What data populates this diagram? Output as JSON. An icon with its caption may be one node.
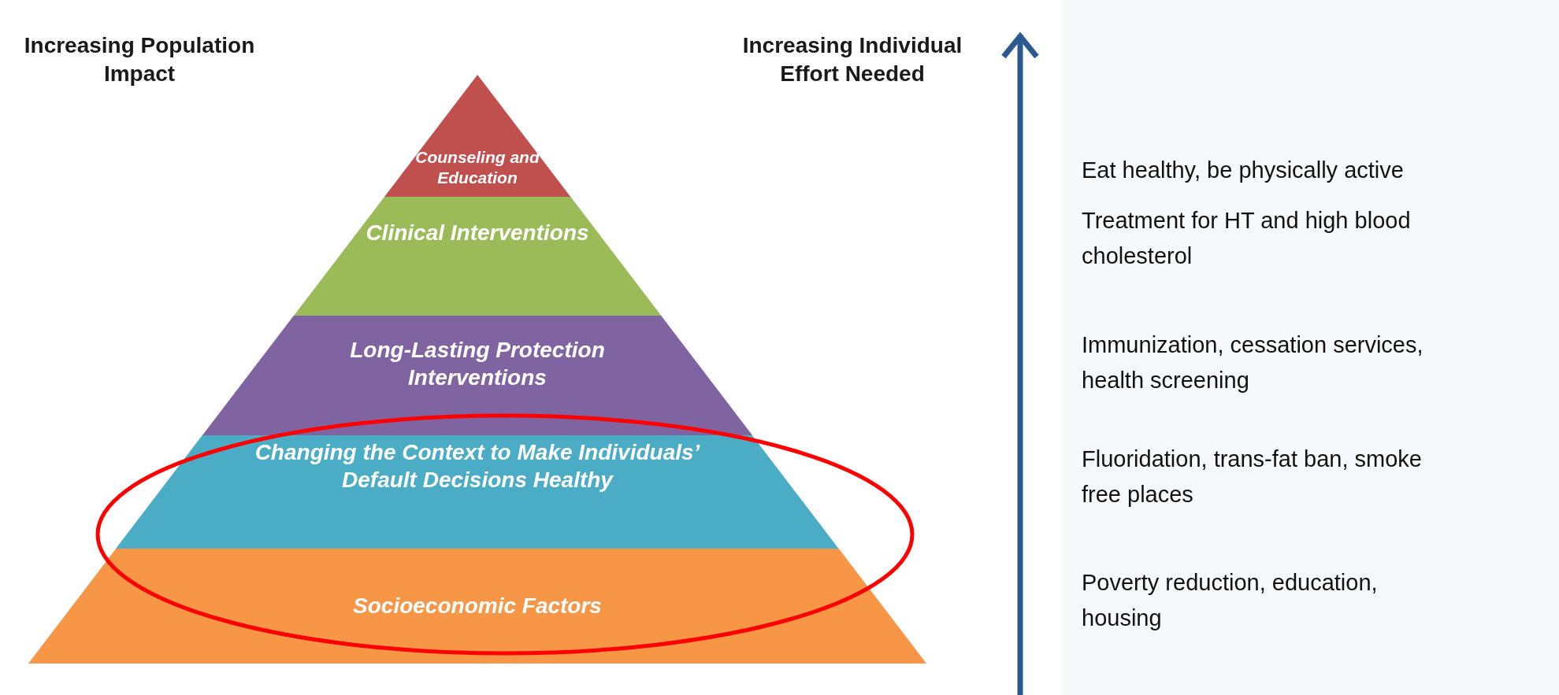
{
  "diagram": {
    "nodes": [
      {
        "text": [
          "Counseling and Education"
        ]
      },
      {
        "text": [
          "Clinical Interventions"
        ]
      },
      {
        "text": [
          "Long-Lasting Protection Interventions"
        ]
      },
      {
        "text": [
          "Changing the Context to Make Individuals’ Default Decisions Healthy"
        ]
      },
      {
        "text": [
          "Socioeconomic Factors"
        ]
      }
    ],
    "edges": [],
    "labels": [
      "Increasing Population Impact",
      "Increasing Individual Effort Needed",
      "Eat healthy, be physically active",
      "Treatment for HT and high blood cholesterol",
      "Immunization, cessation services, health screening",
      "Fluoridation, trans-fat ban, smoke free places",
      "Poverty reduction, education, housing"
    ]
  }
}
